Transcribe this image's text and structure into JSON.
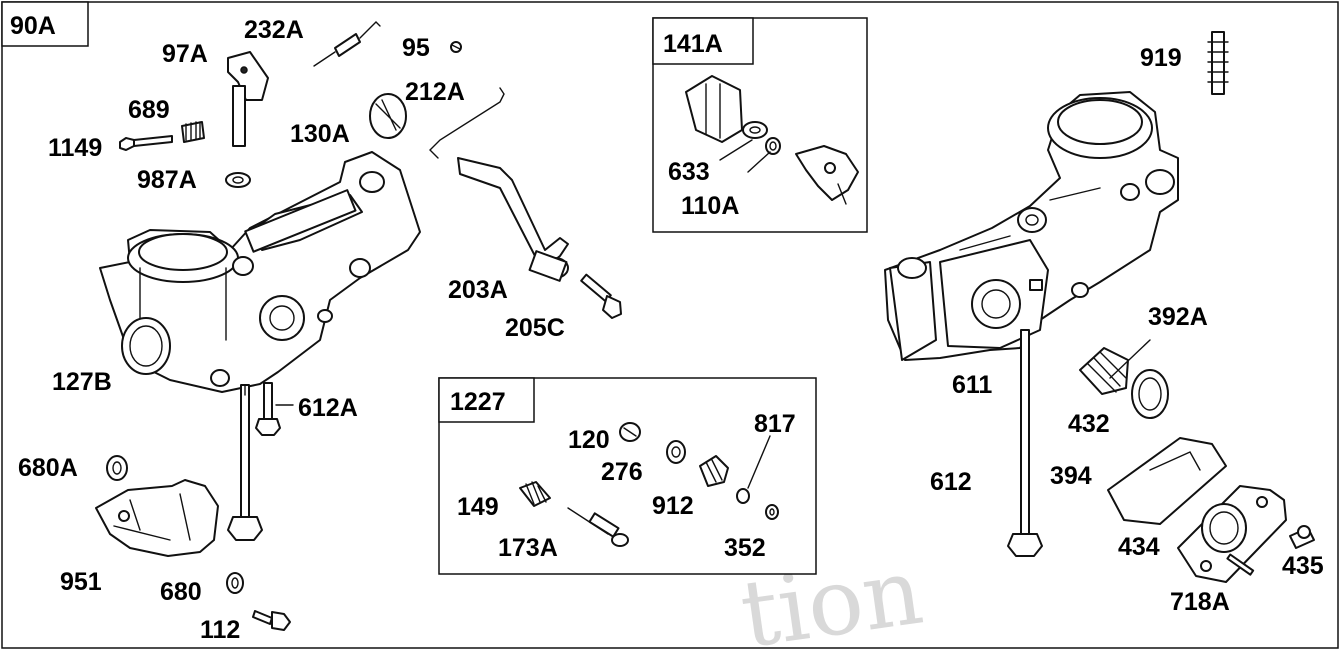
{
  "diagram": {
    "frame_label": "90A",
    "watermark": "tion",
    "kit_boxes": [
      {
        "id": "141A",
        "label": "141A",
        "parts": [
          "633",
          "110A"
        ]
      },
      {
        "id": "1227",
        "label": "1227",
        "parts": [
          "120",
          "276",
          "912",
          "817",
          "149",
          "173A",
          "352"
        ]
      }
    ],
    "callouts": {
      "p97A": "97A",
      "p232A": "232A",
      "p95": "95",
      "p212A": "212A",
      "p689": "689",
      "p1149": "1149",
      "p130A": "130A",
      "p987A": "987A",
      "p127B": "127B",
      "p612A": "612A",
      "p680A": "680A",
      "p951": "951",
      "p680": "680",
      "p112": "112",
      "p203A": "203A",
      "p205C": "205C",
      "p633": "633",
      "p110A": "110A",
      "p120": "120",
      "p276": "276",
      "p912": "912",
      "p817": "817",
      "p149": "149",
      "p173A": "173A",
      "p352": "352",
      "p919": "919",
      "p392A": "392A",
      "p611": "611",
      "p432": "432",
      "p612": "612",
      "p394": "394",
      "p434": "434",
      "p435": "435",
      "p718A": "718A"
    }
  }
}
